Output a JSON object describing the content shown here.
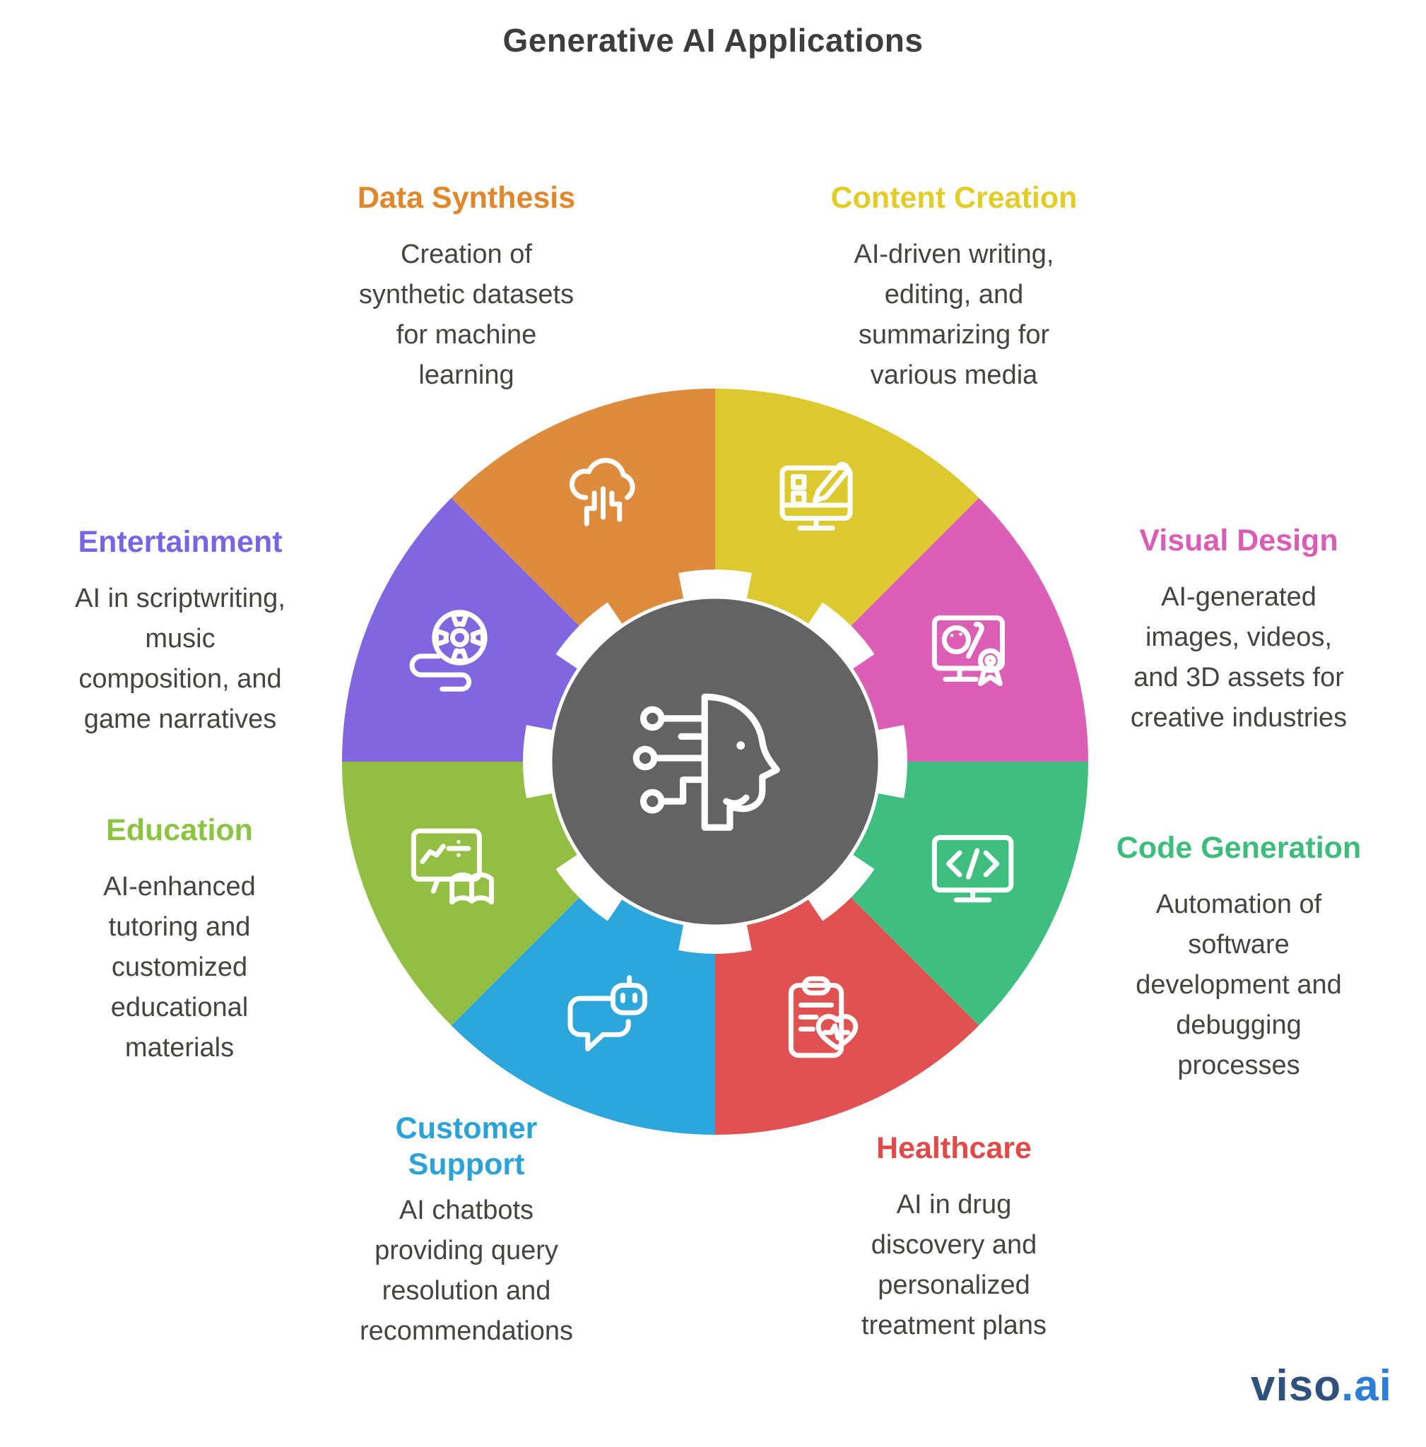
{
  "title": "Generative AI Applications",
  "brand": {
    "primary": "viso",
    "suffix": ".ai"
  },
  "wheel": {
    "center_color": "#636363",
    "center_icon": "ai-head-profile-icon",
    "order_clockwise_from_top": [
      "content-creation",
      "visual-design",
      "code-generation",
      "healthcare",
      "customer-support",
      "education",
      "entertainment",
      "data-synthesis"
    ]
  },
  "sections": [
    {
      "id": "data-synthesis",
      "label": "Data Synthesis",
      "color": "#e0862b",
      "segment_color": "#de8b3e",
      "icon": "cloud-circuit-icon",
      "description": "Creation of\nsynthetic datasets\nfor machine\nlearning"
    },
    {
      "id": "content-creation",
      "label": "Content Creation",
      "color": "#e2cc27",
      "segment_color": "#dcc92f",
      "icon": "monitor-pencil-icon",
      "description": "AI-driven writing,\nediting, and\nsummarizing for\nvarious media"
    },
    {
      "id": "visual-design",
      "label": "Visual Design",
      "color": "#d95db4",
      "segment_color": "#db60b5",
      "icon": "monitor-palette-award-icon",
      "description": "AI-generated\nimages, videos,\nand 3D assets for\ncreative industries"
    },
    {
      "id": "code-generation",
      "label": "Code Generation",
      "color": "#3dbd7c",
      "segment_color": "#3fbe80",
      "icon": "monitor-code-icon",
      "description": "Automation of\nsoftware\ndevelopment and\ndebugging\nprocesses"
    },
    {
      "id": "healthcare",
      "label": "Healthcare",
      "color": "#e04a48",
      "segment_color": "#e05152",
      "icon": "clipboard-heart-icon",
      "description": "AI in drug\ndiscovery and\npersonalized\ntreatment plans"
    },
    {
      "id": "customer-support",
      "label": "Customer\nSupport",
      "color": "#2ba2d8",
      "segment_color": "#2ca6db",
      "icon": "chat-robot-icon",
      "description": "AI chatbots\nproviding query\nresolution and\nrecommendations"
    },
    {
      "id": "education",
      "label": "Education",
      "color": "#8bc440",
      "segment_color": "#92be44",
      "icon": "monitor-book-icon",
      "description": "AI-enhanced\ntutoring and\ncustomized\neducational\nmaterials"
    },
    {
      "id": "entertainment",
      "label": "Entertainment",
      "color": "#7765e5",
      "segment_color": "#8067e0",
      "icon": "film-reel-icon",
      "description": "AI in scriptwriting,\nmusic\ncomposition, and\ngame narratives"
    }
  ]
}
